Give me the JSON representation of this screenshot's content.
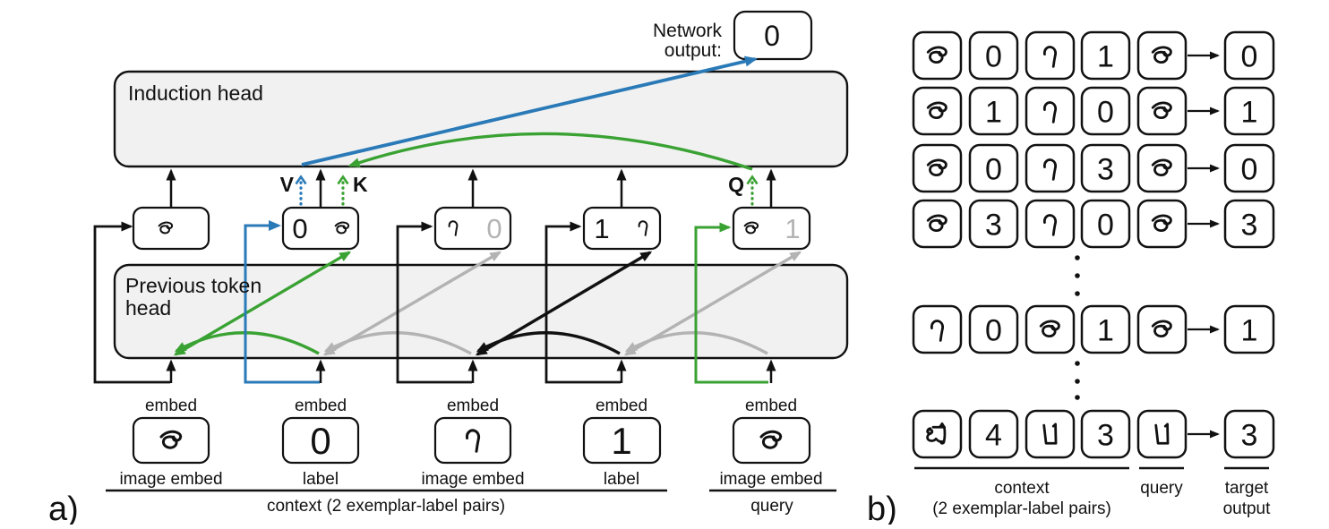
{
  "colors": {
    "ink": "#111111",
    "blue": "#2b7ab8",
    "green": "#3aa233",
    "gray": "#b3b3b3",
    "box-fill": "#f1f1f1"
  },
  "panel_a": {
    "label": "a)",
    "induction_head_label": "Induction head",
    "previous_token_head_label_line1": "Previous token",
    "previous_token_head_label_line2": "head",
    "network_output_label_line1": "Network",
    "network_output_label_line2": "output:",
    "network_output_value": "0",
    "value_label": "V",
    "key_label": "K",
    "query_label": "Q",
    "embed_label": "embed",
    "hidden_states": [
      {
        "chars": [
          {
            "glyph": "a"
          }
        ]
      },
      {
        "chars": [
          {
            "text": "0"
          },
          {
            "glyph": "a"
          }
        ]
      },
      {
        "chars": [
          {
            "glyph": "b"
          },
          {
            "text": "0",
            "gray": true
          }
        ]
      },
      {
        "chars": [
          {
            "text": "1"
          },
          {
            "glyph": "b"
          }
        ]
      },
      {
        "chars": [
          {
            "glyph": "a"
          },
          {
            "text": "1",
            "gray": true
          }
        ]
      }
    ],
    "inputs": [
      {
        "glyph": "a",
        "caption": "image embed"
      },
      {
        "text": "0",
        "caption": "label"
      },
      {
        "glyph": "b",
        "caption": "image embed"
      },
      {
        "text": "1",
        "caption": "label"
      },
      {
        "glyph": "a",
        "caption": "image embed"
      }
    ],
    "context_caption": "context (2 exemplar-label pairs)",
    "query_caption": "query",
    "glyph_names": {
      "a": "omniglot-character-eye",
      "b": "omniglot-character-hook"
    }
  },
  "panel_b": {
    "label": "b)",
    "rows": [
      {
        "cells": [
          {
            "glyph": "a"
          },
          {
            "text": "0"
          },
          {
            "glyph": "b"
          },
          {
            "text": "1"
          },
          {
            "glyph": "a"
          }
        ],
        "output": "0"
      },
      {
        "cells": [
          {
            "glyph": "a"
          },
          {
            "text": "1"
          },
          {
            "glyph": "b"
          },
          {
            "text": "0"
          },
          {
            "glyph": "a"
          }
        ],
        "output": "1"
      },
      {
        "cells": [
          {
            "glyph": "a"
          },
          {
            "text": "0"
          },
          {
            "glyph": "b"
          },
          {
            "text": "3"
          },
          {
            "glyph": "a"
          }
        ],
        "output": "0"
      },
      {
        "cells": [
          {
            "glyph": "a"
          },
          {
            "text": "3"
          },
          {
            "glyph": "b"
          },
          {
            "text": "0"
          },
          {
            "glyph": "a"
          }
        ],
        "output": "3"
      },
      {
        "cells": [
          {
            "glyph": "b"
          },
          {
            "text": "0"
          },
          {
            "glyph": "a"
          },
          {
            "text": "1"
          },
          {
            "glyph": "a"
          }
        ],
        "output": "1"
      },
      {
        "cells": [
          {
            "glyph": "c"
          },
          {
            "text": "4"
          },
          {
            "glyph": "d"
          },
          {
            "text": "3"
          },
          {
            "glyph": "d"
          }
        ],
        "output": "3"
      }
    ],
    "context_caption_line1": "context",
    "context_caption_line2": "(2 exemplar-label pairs)",
    "query_caption": "query",
    "target_caption_line1": "target",
    "target_caption_line2": "output"
  }
}
